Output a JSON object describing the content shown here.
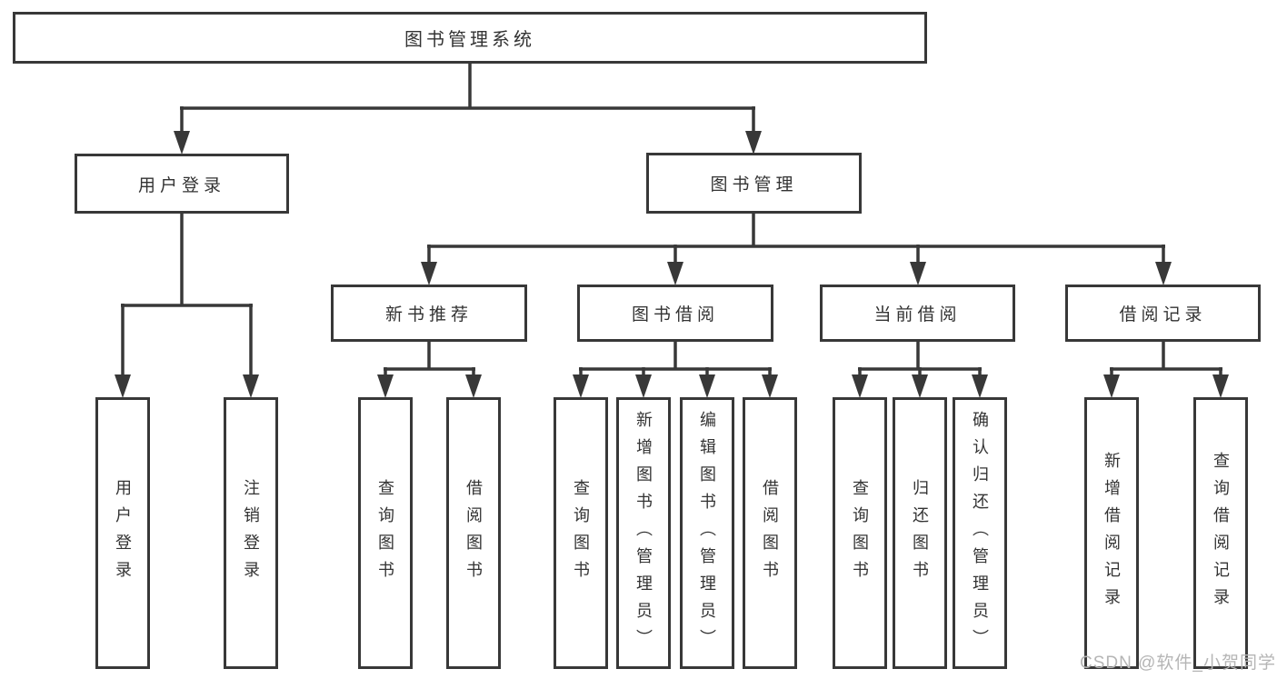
{
  "tree": {
    "label": "图书管理系统",
    "children": [
      {
        "label": "用户登录",
        "children": [
          {
            "label": "用户登录"
          },
          {
            "label": "注销登录"
          }
        ]
      },
      {
        "label": "图书管理",
        "children": [
          {
            "label": "新书推荐",
            "children": [
              {
                "label": "查询图书"
              },
              {
                "label": "借阅图书"
              }
            ]
          },
          {
            "label": "图书借阅",
            "children": [
              {
                "label": "查询图书"
              },
              {
                "label": "新增图书（管理员）"
              },
              {
                "label": "编辑图书（管理员）"
              },
              {
                "label": "借阅图书"
              }
            ]
          },
          {
            "label": "当前借阅",
            "children": [
              {
                "label": "查询图书"
              },
              {
                "label": "归还图书"
              },
              {
                "label": "确认归还（管理员）"
              }
            ]
          },
          {
            "label": "借阅记录",
            "children": [
              {
                "label": "新增借阅记录"
              },
              {
                "label": "查询借阅记录"
              }
            ]
          }
        ]
      }
    ]
  },
  "watermark": "CSDN @软件_小贺同学",
  "colors": {
    "line": "#383838",
    "box_border": "#383838",
    "text": "#333333",
    "watermark": "#b5b5b5",
    "background": "#ffffff"
  }
}
